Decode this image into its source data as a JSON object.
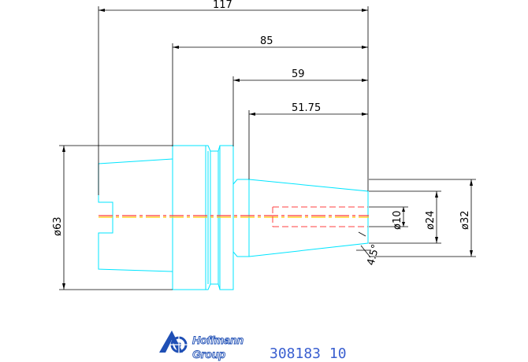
{
  "colors": {
    "outline": "#00e5ff",
    "dimension": "#000000",
    "centerline_red": "#ff3b3b",
    "centerline_yellow": "#ffcc00",
    "hidden_bore": "#ff4040",
    "logo_blue": "#1f4fb5",
    "part_number": "#3a5fd0"
  },
  "dimensions": {
    "overall_length": "117",
    "flange_length": "85",
    "neck_length": "59",
    "cone_length": "51.75",
    "body_diameter": "ø63",
    "bore_diameter": "ø10",
    "cone_small_diameter": "ø24",
    "cone_large_diameter": "ø32",
    "cone_angle": "4.5°"
  },
  "logo": {
    "line1": "Hoffmann",
    "line2": "Group",
    "icon": "hoffmann-mark-icon"
  },
  "part_number": "308183 10"
}
